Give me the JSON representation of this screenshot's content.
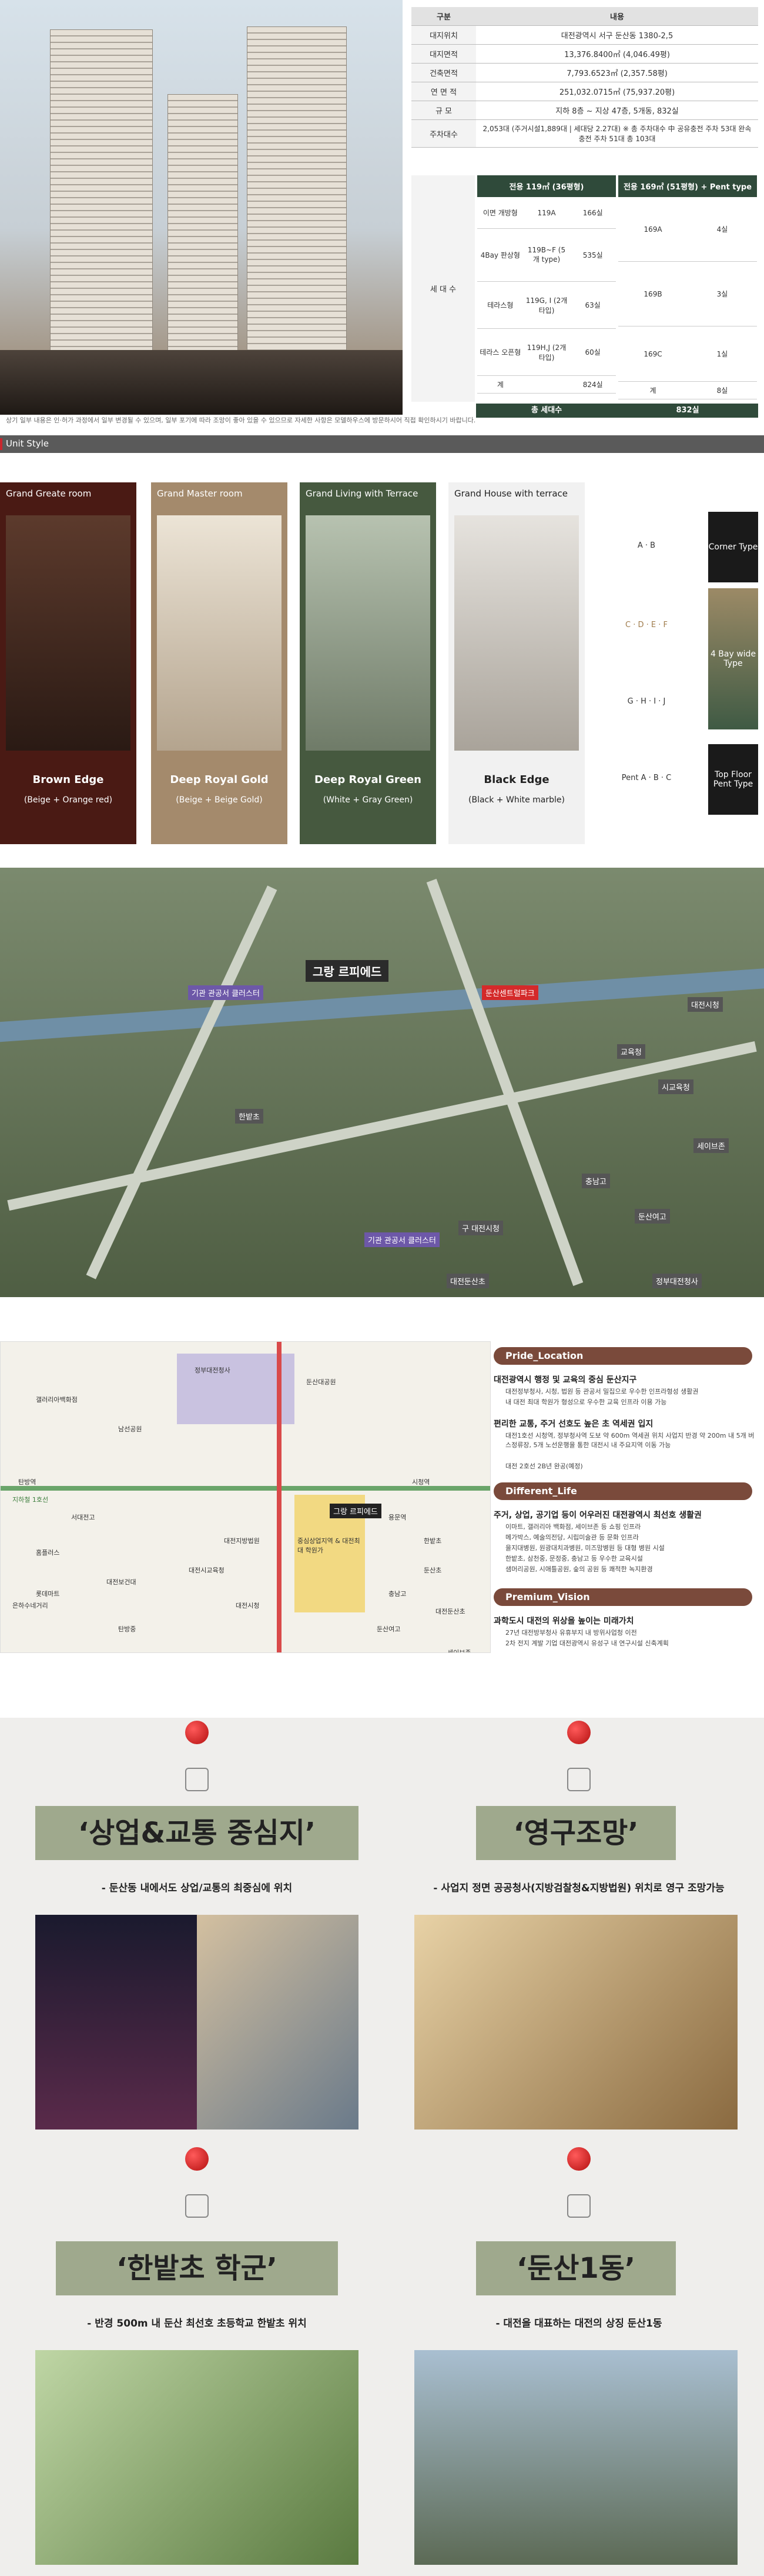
{
  "spec": {
    "head": [
      "구분",
      "내용"
    ],
    "rows": [
      [
        "대지위치",
        "대전광역시 서구 둔산동 1380-2,5"
      ],
      [
        "대지면적",
        "13,376.8400㎡ (4,046.49평)"
      ],
      [
        "건축면적",
        "7,793.6523㎡ (2,357.58평)"
      ],
      [
        "연 면 적",
        "251,032.0715㎡ (75,937.20평)"
      ],
      [
        "규 모",
        "지하 8층 ~ 지상 47층, 5개동, 832실"
      ],
      [
        "주차대수",
        "2,053대 (주거시설1,889대 | 세대당 2.27대) ※ 총 주차대수 中 공유충전 주차 53대 완속충전 주차 51대 총 103대"
      ]
    ]
  },
  "units": {
    "label": "세 대 수",
    "head_a": "전용 119㎡ (36평형)",
    "head_b": "전용 169㎡ (51평형) + Pent type",
    "a_rows": [
      [
        "이면 개방형",
        "119A",
        "166실"
      ],
      [
        "4Bay 판상형",
        "119B~F (5개 type)",
        "535실"
      ],
      [
        "테라스형",
        "119G, I (2개 타입)",
        "63실"
      ],
      [
        "테라스 오픈형",
        "119H,J (2개타입)",
        "60실"
      ],
      [
        "계",
        "",
        "824실"
      ]
    ],
    "b_rows": [
      [
        "169A",
        "4실"
      ],
      [
        "169B",
        "3실"
      ],
      [
        "169C",
        "1실"
      ],
      [
        "계",
        "8실"
      ]
    ],
    "total_label": "총 세대수",
    "total_value": "832실"
  },
  "hero_note": "상기 일부 내용은 인·허가 과정에서 일부 변경될 수 있으며, 일부 포기에 따라 조망이 좋아 있을 수 있으므로 자세한 사항은 모델하우스에 방문하시어 직접 확인하시기 바랍니다.",
  "unit_style": {
    "title": "Unit Style",
    "cards": [
      {
        "title": "Grand Greate room",
        "name": "Brown Edge",
        "sub": "(Beige + Orange red)"
      },
      {
        "title": "Grand Master room",
        "name": "Deep Royal Gold",
        "sub": "(Beige + Beige Gold)"
      },
      {
        "title": "Grand Living with Terrace",
        "name": "Deep Royal Green",
        "sub": "(White + Gray Green)"
      },
      {
        "title": "Grand House with terrace",
        "name": "Black Edge",
        "sub": "(Black + White marble)"
      }
    ],
    "types": [
      {
        "text": "A · B",
        "box": "Corner Type"
      },
      {
        "text": "C · D · E · F",
        "box": "4 Bay wide Type"
      },
      {
        "text": "G · H · I · J",
        "box": ""
      },
      {
        "text": "Pent A · B · C",
        "box": "Top Floor Pent Type"
      }
    ]
  },
  "map": {
    "title": "그랑 르피에드",
    "labels": [
      "둔산센트럴파크",
      "기관 관공서 클러스터",
      "기관 관공서 클러스터",
      "대전시청",
      "교육청",
      "시교육청",
      "세이브존",
      "정부대전청사",
      "한밭초",
      "충남고",
      "둔산여고",
      "대전둔산초",
      "구 대전시청"
    ]
  },
  "loc_map": {
    "site": "그랑 르피에드",
    "labels": [
      "정부대전청사",
      "둔산대공원",
      "갤러리아백화점",
      "시청역",
      "대전지방법원",
      "대전시교육청",
      "대전시청",
      "중심상업지역 & 대전최대 학원가",
      "탄방역",
      "용문역",
      "남선공원",
      "서대전고",
      "한밭초",
      "둔산초",
      "탄방중",
      "충남고",
      "대전둔산초",
      "둔산여고",
      "홈플러스",
      "롯데마트",
      "세이브존",
      "대전보건대",
      "은하수네거리",
      "지하철 1호선"
    ]
  },
  "location": [
    {
      "pill": "Pride_Location",
      "items": [
        {
          "h": "대전광역시 행정 및 교육의 중심 둔산지구",
          "p": [
            "대전정부청사, 시청, 법원 등 관공서 밀집으로 우수한 인프라형성 생활권",
            "내 대전 최대 학원가 형성으로 우수한 교육 인프라 이용 가능"
          ]
        },
        {
          "h": "편리한 교통, 주거 선호도 높은 초 역세권 입지",
          "p": [
            "대전1호선 시청역, 정부청사역 도보 약 600m 역세권 위치 사업지 반경 약 200m 내 5개 버스정류장, 5개 노선운행을 통한 대전시 내 주요지역 이동 가능",
            "대전 2호선 2B년 완공(예정)"
          ]
        }
      ]
    },
    {
      "pill": "Different_Life",
      "items": [
        {
          "h": "주거, 상업, 공기업 등이 어우러진 대전광역시 최선호 생활권",
          "p": [
            "이마트, 갤러리아 백화점, 세이브존 등 쇼핑 인프라",
            "메가박스, 예술의전당, 시립미술관 등 문화 인프라",
            "을지대병원, 원광대치과병원, 미즈맘병원 등 대형 병원 시설",
            "한밭초, 삼천중, 문정중, 충남고 등 우수한 교육시설",
            "샘머리공원, 시애틀공원, 숲의 공원 등 쾌적한 녹지환경"
          ]
        }
      ]
    },
    {
      "pill": "Premium_Vision",
      "items": [
        {
          "h": "과학도시 대전의 위상을 높이는 미래가치",
          "p": [
            "27년 대전방부청사 유휴부지 내 방위사업청 이전",
            "2차 전지 계발 기업 대전광역시 유성구 내 연구시설 신축계획"
          ]
        }
      ]
    }
  ],
  "features": [
    {
      "title": "‘상업&교통 중심지’",
      "sub": "- 둔산동 내에서도 상업/교통의 최중심에 위치",
      "icon": "train-icon"
    },
    {
      "title": "‘영구조망’",
      "sub": "- 사업지 정면 공공청사(지방검찰청&지방법원) 위치로 영구 조망가능",
      "icon": "view-icon"
    },
    {
      "title": "‘한밭초 학군’",
      "sub": "- 반경 500m 내 둔산 최선호 초등학교 한밭초 위치",
      "icon": "school-icon"
    },
    {
      "title": "‘둔산1동’",
      "sub": "- 대전을 대표하는 대전의 상징 둔산1동",
      "icon": "location-pin-icon"
    }
  ]
}
